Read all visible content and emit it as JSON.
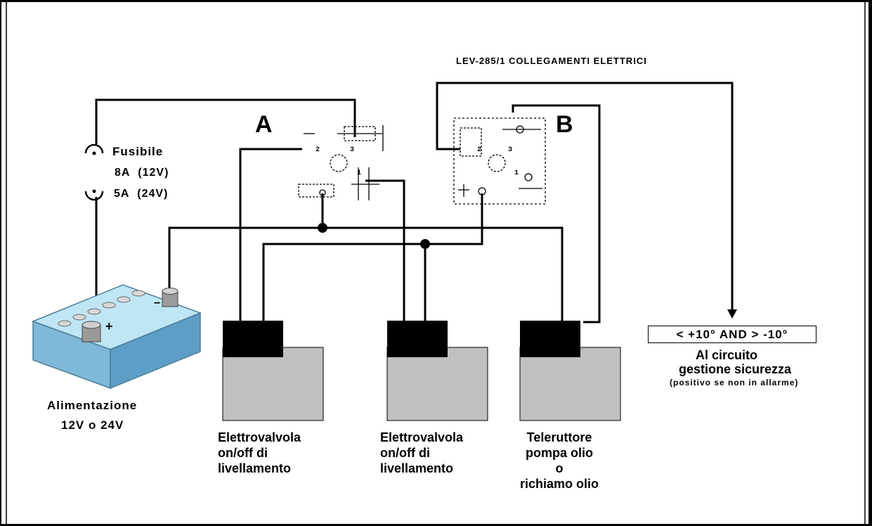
{
  "title": "LEV-285/1  COLLEGAMENTI ELETTRICI",
  "relays": {
    "a": {
      "label": "A",
      "terminals": [
        "2",
        "3",
        "1"
      ]
    },
    "b": {
      "label": "B",
      "terminals": [
        "2",
        "3",
        "1"
      ]
    }
  },
  "fuse": {
    "label": "Fusibile",
    "rating_12v": "8A  (12V)",
    "rating_24v": "5A  (24V)"
  },
  "power_supply": {
    "line1": "Alimentazione",
    "line2": "12V o 24V",
    "plus_symbol": "+",
    "minus_symbol": "−"
  },
  "devices": [
    {
      "text": "Elettrovalvola\non/off di\nlivellamento"
    },
    {
      "text": "Elettrovalvola\non/off di\nlivellamento"
    },
    {
      "text": "Teleruttore\npompa olio\no\nrichiamo olio"
    }
  ],
  "safety": {
    "condition": "< +10° AND > -10°",
    "line1": "Al circuito",
    "line2": "gestione sicurezza",
    "line3": "(positivo se non in allarme)"
  },
  "colors": {
    "wire": "#000000",
    "device_body": "#c0c0c0",
    "device_coil": "#000000",
    "battery_top": "#bfe6f5",
    "battery_side": "#7fb8d8"
  }
}
